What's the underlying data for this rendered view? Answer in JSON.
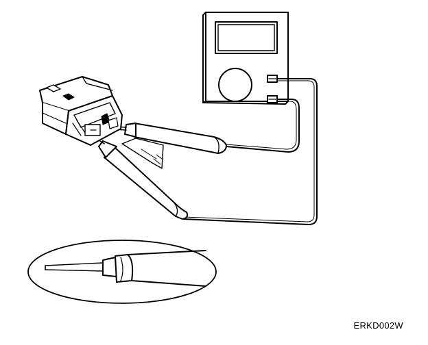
{
  "figure": {
    "code_label": "ERKD002W",
    "line_color": "#000000",
    "background": "#ffffff",
    "parts": [
      "multimeter",
      "wire-connector",
      "test-probe-red",
      "test-probe-black",
      "probe-tip-closeup"
    ]
  }
}
